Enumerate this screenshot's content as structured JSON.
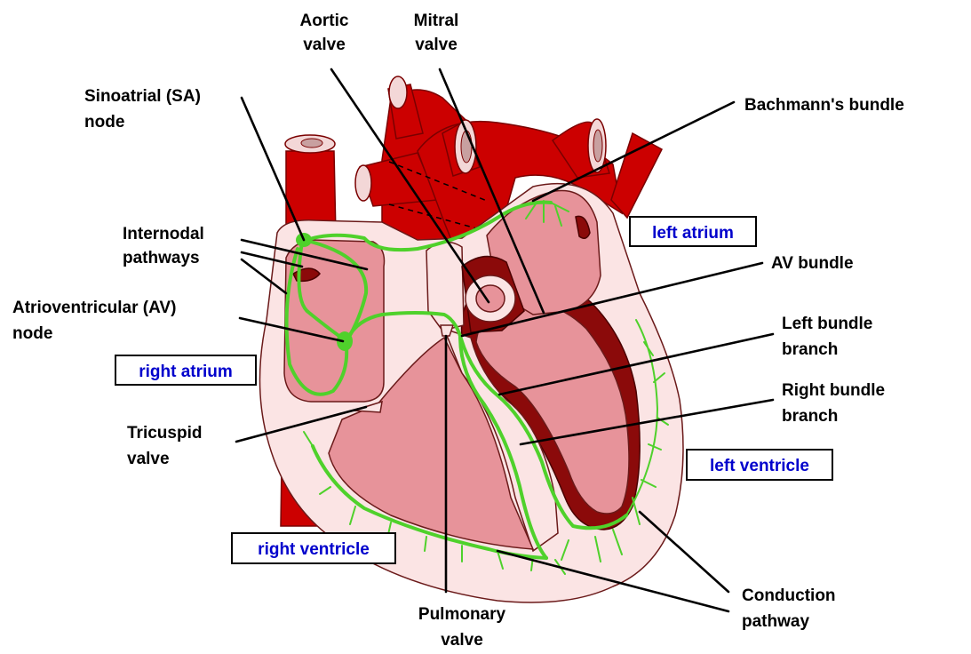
{
  "labels": {
    "aortic_valve": [
      "Aortic",
      "valve"
    ],
    "mitral_valve": [
      "Mitral",
      "valve"
    ],
    "sa_node": [
      "Sinoatrial (SA)",
      "node"
    ],
    "bachmanns_bundle": "Bachmann's bundle",
    "internodal_pathways": [
      "Internodal",
      "pathways"
    ],
    "av_bundle": "AV bundle",
    "av_node": [
      "Atrioventricular (AV)",
      "node"
    ],
    "left_bundle_branch": [
      "Left bundle",
      "branch"
    ],
    "right_bundle_branch": [
      "Right bundle",
      "branch"
    ],
    "tricuspid_valve": [
      "Tricuspid",
      "valve"
    ],
    "conduction_pathway": [
      "Conduction",
      "pathway"
    ],
    "pulmonary_valve": [
      "Pulmonary",
      "valve"
    ]
  },
  "chambers": {
    "left_atrium": "left atrium",
    "right_atrium": "right atrium",
    "left_ventricle": "left ventricle",
    "right_ventricle": "right ventricle"
  },
  "colors": {
    "vessel_red": "#cc0000",
    "chamber_pink": "#e7939a",
    "wall_pale": "#fbe4e4",
    "myocardium_dark": "#8b0a0a",
    "conduction_green": "#4fd12b",
    "chamber_label_blue": "#0000cc"
  }
}
